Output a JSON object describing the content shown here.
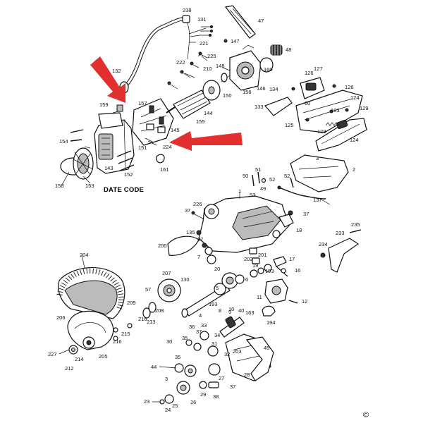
{
  "diagram": {
    "date_code_label": "DATE CODE",
    "copyright": "©",
    "arrow_color": "#e23030",
    "parts": [
      {
        "id": "p238",
        "label": "238"
      },
      {
        "id": "p131",
        "label": "131"
      },
      {
        "id": "p47",
        "label": "47"
      },
      {
        "id": "p147",
        "label": "147"
      },
      {
        "id": "p221",
        "label": "221"
      },
      {
        "id": "p225",
        "label": "225"
      },
      {
        "id": "p222",
        "label": "222"
      },
      {
        "id": "p210",
        "label": "210"
      },
      {
        "id": "p48",
        "label": "48"
      },
      {
        "id": "p148",
        "label": "148"
      },
      {
        "id": "p160",
        "label": "160"
      },
      {
        "id": "p132",
        "label": "132"
      },
      {
        "id": "p150",
        "label": "150"
      },
      {
        "id": "p156",
        "label": "156"
      },
      {
        "id": "p146",
        "label": "146"
      },
      {
        "id": "p126a",
        "label": "126"
      },
      {
        "id": "p127",
        "label": "127"
      },
      {
        "id": "p126b",
        "label": "126"
      },
      {
        "id": "p134",
        "label": "134"
      },
      {
        "id": "p124a",
        "label": "124"
      },
      {
        "id": "p159",
        "label": "159"
      },
      {
        "id": "p157",
        "label": "157"
      },
      {
        "id": "p144",
        "label": "144"
      },
      {
        "id": "p133",
        "label": "133"
      },
      {
        "id": "p60",
        "label": "60"
      },
      {
        "id": "p163a",
        "label": "163"
      },
      {
        "id": "p129",
        "label": "129"
      },
      {
        "id": "p155",
        "label": "155"
      },
      {
        "id": "p125",
        "label": "125"
      },
      {
        "id": "p128",
        "label": "128"
      },
      {
        "id": "p145",
        "label": "145"
      },
      {
        "id": "p154",
        "label": "154"
      },
      {
        "id": "p151",
        "label": "151"
      },
      {
        "id": "p224",
        "label": "224"
      },
      {
        "id": "p124b",
        "label": "124"
      },
      {
        "id": "p143",
        "label": "143"
      },
      {
        "id": "p161",
        "label": "161"
      },
      {
        "id": "p152",
        "label": "152"
      },
      {
        "id": "p158",
        "label": "158"
      },
      {
        "id": "p153",
        "label": "153"
      },
      {
        "id": "p3a",
        "label": "3"
      },
      {
        "id": "p2",
        "label": "2"
      },
      {
        "id": "p50",
        "label": "50"
      },
      {
        "id": "p51",
        "label": "51"
      },
      {
        "id": "p52a",
        "label": "52"
      },
      {
        "id": "p49",
        "label": "49"
      },
      {
        "id": "p52b",
        "label": "52"
      },
      {
        "id": "p53",
        "label": "53"
      },
      {
        "id": "p1",
        "label": "1"
      },
      {
        "id": "p137",
        "label": "137"
      },
      {
        "id": "p226",
        "label": "226"
      },
      {
        "id": "p37a",
        "label": "37"
      },
      {
        "id": "p37b",
        "label": "37"
      },
      {
        "id": "p235",
        "label": "235"
      },
      {
        "id": "p18",
        "label": "18"
      },
      {
        "id": "p135",
        "label": "135"
      },
      {
        "id": "p233",
        "label": "233"
      },
      {
        "id": "p200",
        "label": "200"
      },
      {
        "id": "p37c",
        "label": "37"
      },
      {
        "id": "p234",
        "label": "234"
      },
      {
        "id": "p201",
        "label": "201"
      },
      {
        "id": "p204",
        "label": "204"
      },
      {
        "id": "p7",
        "label": "7"
      },
      {
        "id": "p202",
        "label": "202"
      },
      {
        "id": "p17",
        "label": "17"
      },
      {
        "id": "p20",
        "label": "20"
      },
      {
        "id": "p19",
        "label": "19"
      },
      {
        "id": "p193a",
        "label": "193"
      },
      {
        "id": "p16",
        "label": "16"
      },
      {
        "id": "p207",
        "label": "207"
      },
      {
        "id": "p130",
        "label": "130"
      },
      {
        "id": "p6",
        "label": "6"
      },
      {
        "id": "p57",
        "label": "57"
      },
      {
        "id": "p5",
        "label": "5"
      },
      {
        "id": "p11",
        "label": "11"
      },
      {
        "id": "p208",
        "label": "208"
      },
      {
        "id": "p10",
        "label": "10"
      },
      {
        "id": "p12",
        "label": "12"
      },
      {
        "id": "p209",
        "label": "209"
      },
      {
        "id": "p193b",
        "label": "193"
      },
      {
        "id": "p213",
        "label": "213"
      },
      {
        "id": "p4",
        "label": "4"
      },
      {
        "id": "p8",
        "label": "8"
      },
      {
        "id": "p9",
        "label": "9"
      },
      {
        "id": "p163b",
        "label": "163"
      },
      {
        "id": "p206",
        "label": "206"
      },
      {
        "id": "p216a",
        "label": "216"
      },
      {
        "id": "p40",
        "label": "40"
      },
      {
        "id": "p194",
        "label": "194"
      },
      {
        "id": "p215",
        "label": "215"
      },
      {
        "id": "p36",
        "label": "36"
      },
      {
        "id": "p33",
        "label": "33"
      },
      {
        "id": "p34",
        "label": "34"
      },
      {
        "id": "p216b",
        "label": "216"
      },
      {
        "id": "p37d",
        "label": "37"
      },
      {
        "id": "p31",
        "label": "31"
      },
      {
        "id": "p30",
        "label": "30"
      },
      {
        "id": "p45",
        "label": "45"
      },
      {
        "id": "p35a",
        "label": "35"
      },
      {
        "id": "p227",
        "label": "227"
      },
      {
        "id": "p205",
        "label": "205"
      },
      {
        "id": "p214",
        "label": "214"
      },
      {
        "id": "p203",
        "label": "203"
      },
      {
        "id": "p32",
        "label": "32"
      },
      {
        "id": "p212",
        "label": "212"
      },
      {
        "id": "p35b",
        "label": "35"
      },
      {
        "id": "p44",
        "label": "44"
      },
      {
        "id": "p28",
        "label": "28"
      },
      {
        "id": "p3b",
        "label": "3"
      },
      {
        "id": "p27",
        "label": "27"
      },
      {
        "id": "p37e",
        "label": "37"
      },
      {
        "id": "p29",
        "label": "29"
      },
      {
        "id": "p38",
        "label": "38"
      },
      {
        "id": "p23",
        "label": "23"
      },
      {
        "id": "p26",
        "label": "26"
      },
      {
        "id": "p25",
        "label": "25"
      },
      {
        "id": "p24",
        "label": "24"
      }
    ]
  }
}
